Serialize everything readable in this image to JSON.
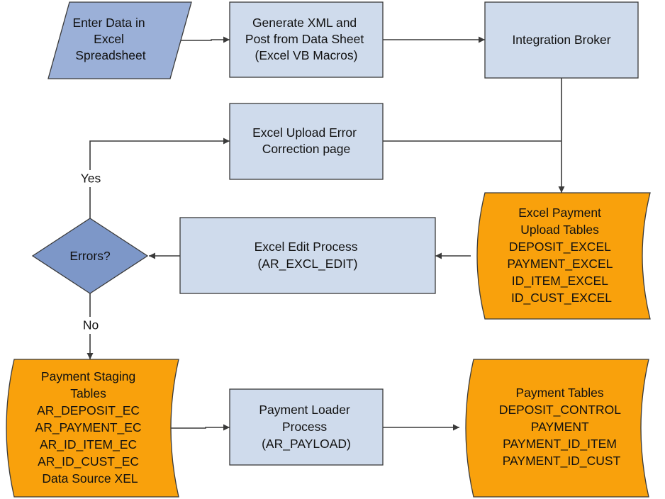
{
  "diagram": {
    "nodes": {
      "enter_data": {
        "lines": [
          "Enter Data in",
          "Excel",
          "Spreadsheet"
        ]
      },
      "generate_xml": {
        "lines": [
          "Generate XML and",
          "Post from Data Sheet",
          "(Excel VB Macros)"
        ]
      },
      "integration_broker": {
        "lines": [
          "Integration Broker"
        ]
      },
      "error_correction": {
        "lines": [
          "Excel Upload Error",
          "Correction page"
        ]
      },
      "upload_tables": {
        "lines": [
          "Excel Payment",
          "Upload Tables",
          "DEPOSIT_EXCEL",
          "PAYMENT_EXCEL",
          "ID_ITEM_EXCEL",
          "ID_CUST_EXCEL"
        ]
      },
      "edit_process": {
        "lines": [
          "Excel Edit Process",
          "(AR_EXCL_EDIT)"
        ]
      },
      "errors_decision": {
        "lines": [
          "Errors?"
        ]
      },
      "staging_tables": {
        "lines": [
          "Payment Staging",
          "Tables",
          "AR_DEPOSIT_EC",
          "AR_PAYMENT_EC",
          "AR_ID_ITEM_EC",
          "AR_ID_CUST_EC",
          "Data Source XEL"
        ]
      },
      "loader_process": {
        "lines": [
          "Payment Loader",
          "Process",
          "(AR_PAYLOAD)"
        ]
      },
      "payment_tables": {
        "lines": [
          "Payment Tables",
          "DEPOSIT_CONTROL",
          "PAYMENT",
          "PAYMENT_ID_ITEM",
          "PAYMENT_ID_CUST"
        ]
      }
    },
    "edge_labels": {
      "yes": "Yes",
      "no": "No"
    }
  },
  "colors": {
    "process_fill": "#cfdbec",
    "input_fill": "#9bb0d8",
    "storage_fill": "#f9a10c",
    "decision_fill": "#7d97c8",
    "stroke": "#3a3a3a",
    "text": "#111111"
  }
}
